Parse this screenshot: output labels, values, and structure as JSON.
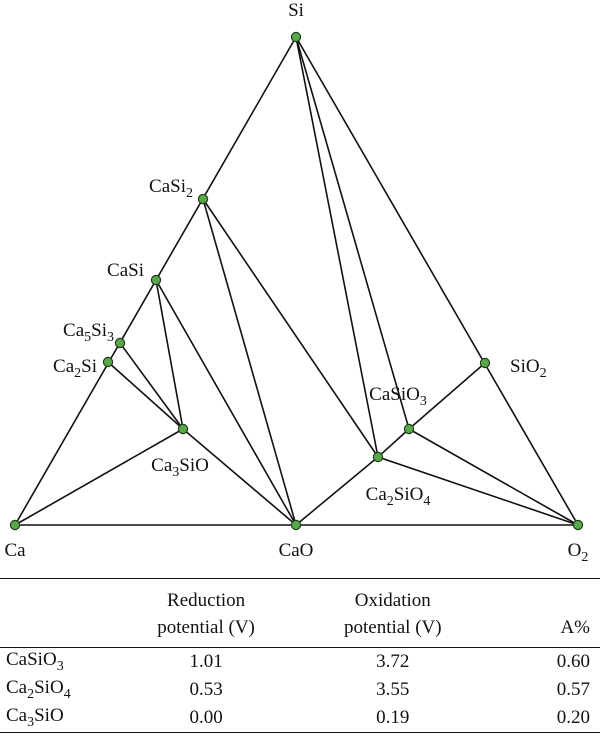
{
  "diagram": {
    "nodes": [
      {
        "id": "Si",
        "label": "Si"
      },
      {
        "id": "CaSi2",
        "label": "CaSi",
        "sub": "2"
      },
      {
        "id": "CaSi",
        "label": "CaSi"
      },
      {
        "id": "Ca5Si3",
        "label": "Ca5Si3",
        "parts": [
          [
            "Ca",
            ""
          ],
          [
            "5",
            "sub"
          ],
          [
            "Si",
            ""
          ],
          [
            "3",
            "sub"
          ]
        ]
      },
      {
        "id": "Ca2Si",
        "label": "Ca2Si",
        "parts": [
          [
            "Ca",
            ""
          ],
          [
            "2",
            "sub"
          ],
          [
            "Si",
            ""
          ]
        ]
      },
      {
        "id": "Ca3SiO",
        "label": "Ca3SiO",
        "parts": [
          [
            "Ca",
            ""
          ],
          [
            "3",
            "sub"
          ],
          [
            "SiO",
            ""
          ]
        ]
      },
      {
        "id": "Ca",
        "label": "Ca"
      },
      {
        "id": "CaO",
        "label": "CaO"
      },
      {
        "id": "O2",
        "label": "O2",
        "parts": [
          [
            "O",
            ""
          ],
          [
            "2",
            "sub"
          ]
        ]
      },
      {
        "id": "SiO2",
        "label": "SiO2",
        "parts": [
          [
            "SiO",
            ""
          ],
          [
            "2",
            "sub"
          ]
        ]
      },
      {
        "id": "CaSiO3",
        "label": "CaSiO3",
        "parts": [
          [
            "CaSiO",
            ""
          ],
          [
            "3",
            "sub"
          ]
        ]
      },
      {
        "id": "Ca2SiO4",
        "label": "Ca2SiO4",
        "parts": [
          [
            "Ca",
            ""
          ],
          [
            "2",
            "sub"
          ],
          [
            "SiO",
            ""
          ],
          [
            "4",
            "sub"
          ]
        ]
      }
    ],
    "edges": [
      [
        "Si",
        "Ca"
      ],
      [
        "Si",
        "O2"
      ],
      [
        "Ca",
        "O2"
      ],
      [
        "Si",
        "CaSiO3"
      ],
      [
        "Si",
        "Ca2SiO4"
      ],
      [
        "CaSi2",
        "CaO"
      ],
      [
        "CaSi2",
        "Ca2SiO4"
      ],
      [
        "CaSi",
        "CaO"
      ],
      [
        "CaSi",
        "Ca3SiO"
      ],
      [
        "Ca5Si3",
        "Ca3SiO"
      ],
      [
        "Ca2Si",
        "Ca3SiO"
      ],
      [
        "Ca3SiO",
        "Ca"
      ],
      [
        "Ca3SiO",
        "CaO"
      ],
      [
        "CaO",
        "Ca2SiO4"
      ],
      [
        "Ca2SiO4",
        "O2"
      ],
      [
        "Ca2SiO4",
        "CaSiO3"
      ],
      [
        "CaSiO3",
        "O2"
      ],
      [
        "CaSiO3",
        "SiO2"
      ]
    ]
  },
  "table": {
    "headers": {
      "reduction": [
        "Reduction",
        "potential (V)"
      ],
      "oxidation": [
        "Oxidation",
        "potential (V)"
      ],
      "a_percent": "A%"
    },
    "rows": [
      {
        "compound": [
          [
            "CaSiO",
            ""
          ],
          [
            "3",
            "sub"
          ]
        ],
        "compound_text": "CaSiO3",
        "reduction": "1.01",
        "oxidation": "3.72",
        "a_percent": "0.60"
      },
      {
        "compound": [
          [
            "Ca",
            ""
          ],
          [
            "2",
            "sub"
          ],
          [
            "SiO",
            ""
          ],
          [
            "4",
            "sub"
          ]
        ],
        "compound_text": "Ca2SiO4",
        "reduction": "0.53",
        "oxidation": "3.55",
        "a_percent": "0.57"
      },
      {
        "compound": [
          [
            "Ca",
            ""
          ],
          [
            "3",
            "sub"
          ],
          [
            "SiO",
            ""
          ]
        ],
        "compound_text": "Ca3SiO",
        "reduction": "0.00",
        "oxidation": "0.19",
        "a_percent": "0.20"
      }
    ]
  },
  "colors": {
    "node_fill": "#5aa64a",
    "line": "#111111"
  }
}
